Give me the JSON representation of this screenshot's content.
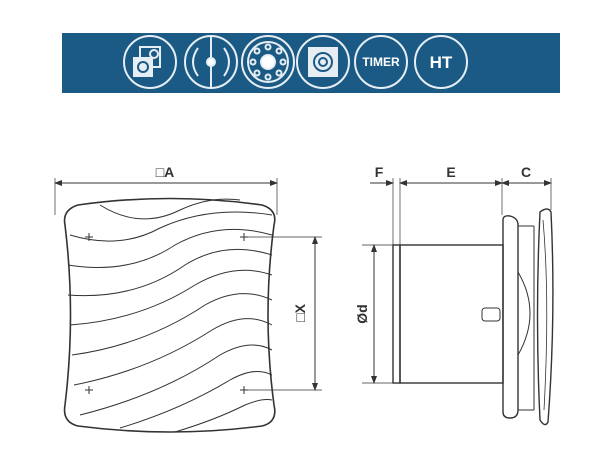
{
  "banner": {
    "color": "#1b5a85",
    "icons": [
      {
        "name": "rotating-mount-icon"
      },
      {
        "name": "rotation-axis-icon"
      },
      {
        "name": "ball-bearing-icon"
      },
      {
        "name": "motor-housing-icon"
      },
      {
        "name": "timer-icon",
        "label": "TIMER"
      },
      {
        "name": "humidity-sensor-icon",
        "label": "HT"
      }
    ]
  },
  "front_view": {
    "width_label": "□A",
    "spacing_label": "□X"
  },
  "side_view": {
    "f_label": "F",
    "e_label": "E",
    "c_label": "C",
    "diameter_label": "Ød"
  }
}
